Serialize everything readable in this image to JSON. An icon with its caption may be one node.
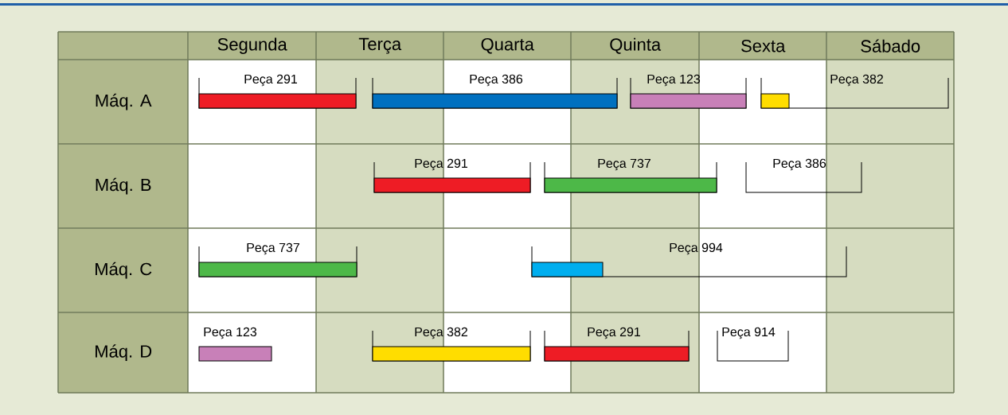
{
  "diagram": {
    "nodes": [
      {
        "text": [
          "Peça 291"
        ]
      },
      {
        "text": [
          "Peça 386"
        ]
      },
      {
        "text": [
          "Peça 123"
        ]
      },
      {
        "text": [
          "Peça 382"
        ]
      },
      {
        "text": [
          "Peça 291"
        ]
      },
      {
        "text": [
          "Peça 737"
        ]
      },
      {
        "text": [
          "Peça 386"
        ]
      },
      {
        "text": [
          "Peça 737"
        ]
      },
      {
        "text": [
          "Peça 994"
        ]
      },
      {
        "text": [
          "Peça 123"
        ]
      },
      {
        "text": [
          "Peça 382"
        ]
      },
      {
        "text": [
          "Peça 291"
        ]
      },
      {
        "text": [
          "Peça 914"
        ]
      }
    ],
    "labels": [
      "Segunda",
      "Terça",
      "Quarta",
      "Quinta",
      "Sexta",
      "Sábado",
      "Máq. A",
      "Máq. B",
      "Máq. C",
      "Máq. D"
    ]
  }
}
